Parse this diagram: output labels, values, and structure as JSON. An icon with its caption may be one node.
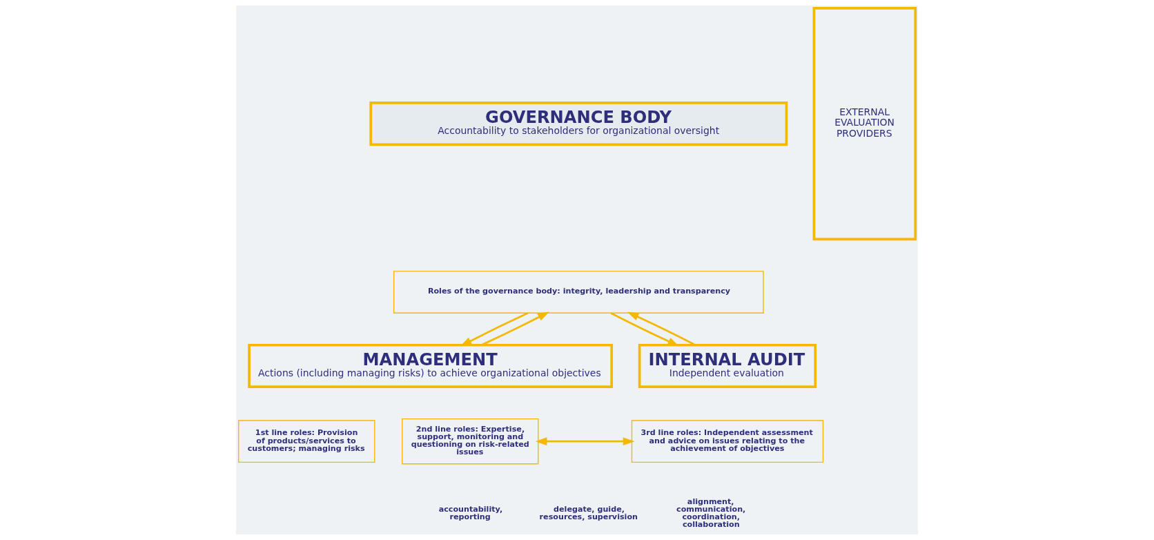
{
  "diagram": {
    "nodes": [
      {
        "text": [
          "GOVERNANCE BODY",
          "Accountability to stakeholders for organizational oversight"
        ]
      },
      {
        "text": [
          "Roles of the governance body: integrity, leadership and transparency"
        ]
      },
      {
        "text": [
          "MANAGEMENT",
          "Actions (including managing risks) to achieve organizational objectives"
        ]
      },
      {
        "text": [
          "1st line roles: Provision of products/services to customers; managing risks"
        ]
      },
      {
        "text": [
          "2nd line roles: Expertise, support, monitoring and questioning on risk-related issues"
        ]
      },
      {
        "text": [
          "INTERNAL AUDIT",
          "Independent evaluation"
        ]
      },
      {
        "text": [
          "3rd line roles: Independent assessment and advice on issues relating to the achievement of objectives"
        ]
      },
      {
        "text": [
          "EXTERNAL EVALUATION PROVIDERS"
        ]
      }
    ],
    "edges": [
      {
        "from": 1,
        "to": 2,
        "arrow": "to"
      },
      {
        "from": 2,
        "to": 1,
        "arrow": "to"
      },
      {
        "from": 1,
        "to": 5,
        "arrow": "to"
      },
      {
        "from": 5,
        "to": 1,
        "arrow": "to"
      },
      {
        "from": 4,
        "to": 6,
        "arrow": "both"
      }
    ],
    "legend": [
      {
        "text": "accountability, reporting"
      },
      {
        "text": "delegate, guide, resources, supervision"
      },
      {
        "text": "alignment, communication, coordination, collaboration"
      }
    ]
  }
}
